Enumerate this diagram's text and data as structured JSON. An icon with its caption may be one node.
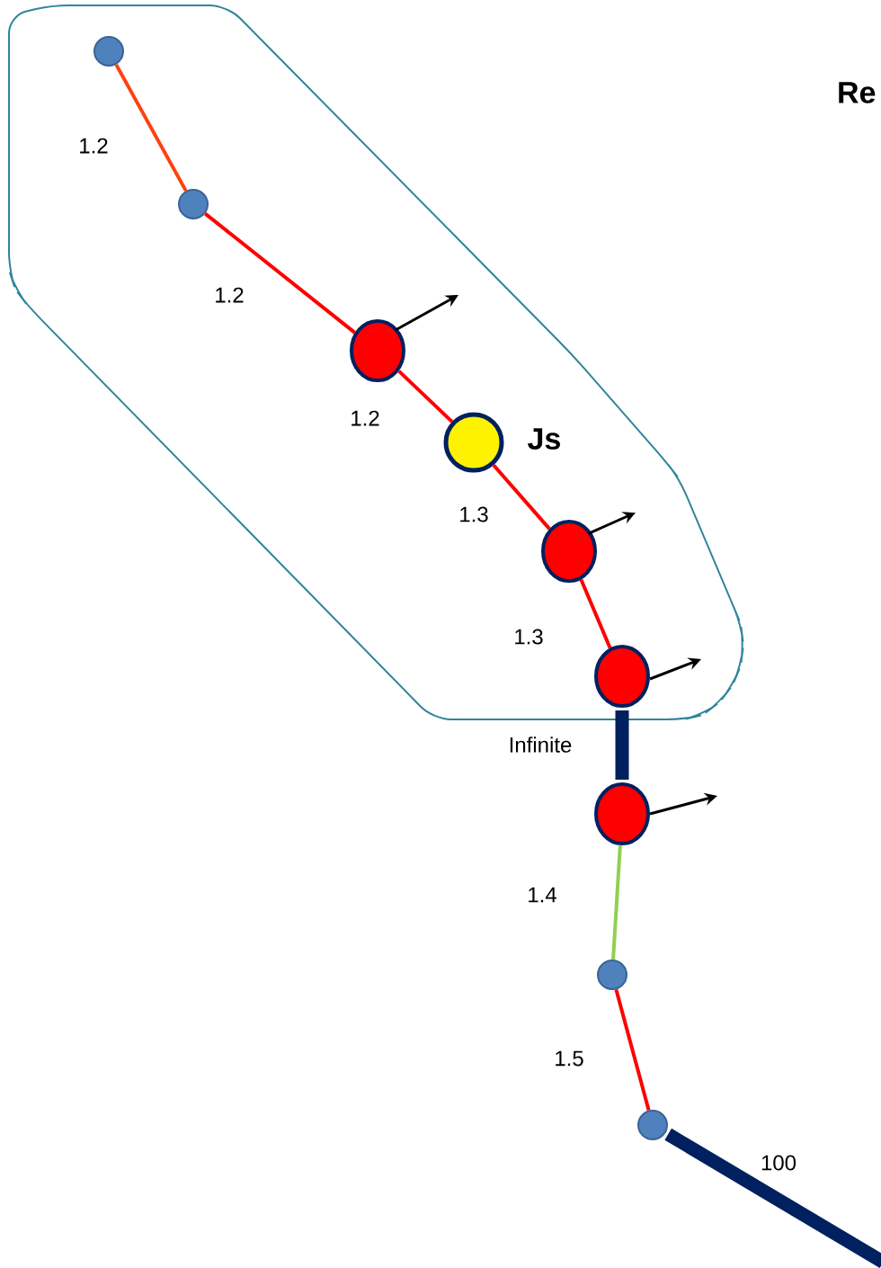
{
  "diagram": {
    "nodes": [
      {
        "text": [],
        "shape": "cloud"
      },
      {
        "text": [],
        "shape": "circle",
        "in": 0
      },
      {
        "text": [],
        "shape": "circle",
        "in": 0
      },
      {
        "text": [],
        "shape": "circle",
        "in": 0
      },
      {
        "text": [],
        "shape": "circle",
        "in": 0,
        "beside": [
          "Js"
        ]
      },
      {
        "text": [],
        "shape": "circle",
        "in": 0
      },
      {
        "text": [],
        "shape": "circle",
        "in": 0
      },
      {
        "text": [],
        "shape": "circle"
      },
      {
        "text": [],
        "shape": "circle"
      },
      {
        "text": [],
        "shape": "circle"
      }
    ],
    "edges": [
      {
        "from": 1,
        "to": 2,
        "arrow": "none",
        "label": "1.2",
        "color": "#ff4010"
      },
      {
        "from": 2,
        "to": 3,
        "arrow": "none",
        "label": "1.2"
      },
      {
        "from": 3,
        "to": 4,
        "arrow": "none",
        "label": "1.2"
      },
      {
        "from": 4,
        "to": 5,
        "arrow": "none",
        "label": "1.3"
      },
      {
        "from": 5,
        "to": 6,
        "arrow": "none",
        "label": "1.3"
      },
      {
        "from": 6,
        "to": 7,
        "arrow": "none",
        "label": "Infinite",
        "style": "thick",
        "color": "#002060"
      },
      {
        "from": 7,
        "to": 8,
        "arrow": "none",
        "label": "1.4",
        "color": "#92d050"
      },
      {
        "from": 8,
        "to": 9,
        "arrow": "none",
        "label": "1.5"
      },
      {
        "from": 9,
        "to": null,
        "arrow": "none",
        "label": "100",
        "style": "thick",
        "color": "#002060"
      }
    ],
    "labels": [
      "Re"
    ]
  }
}
